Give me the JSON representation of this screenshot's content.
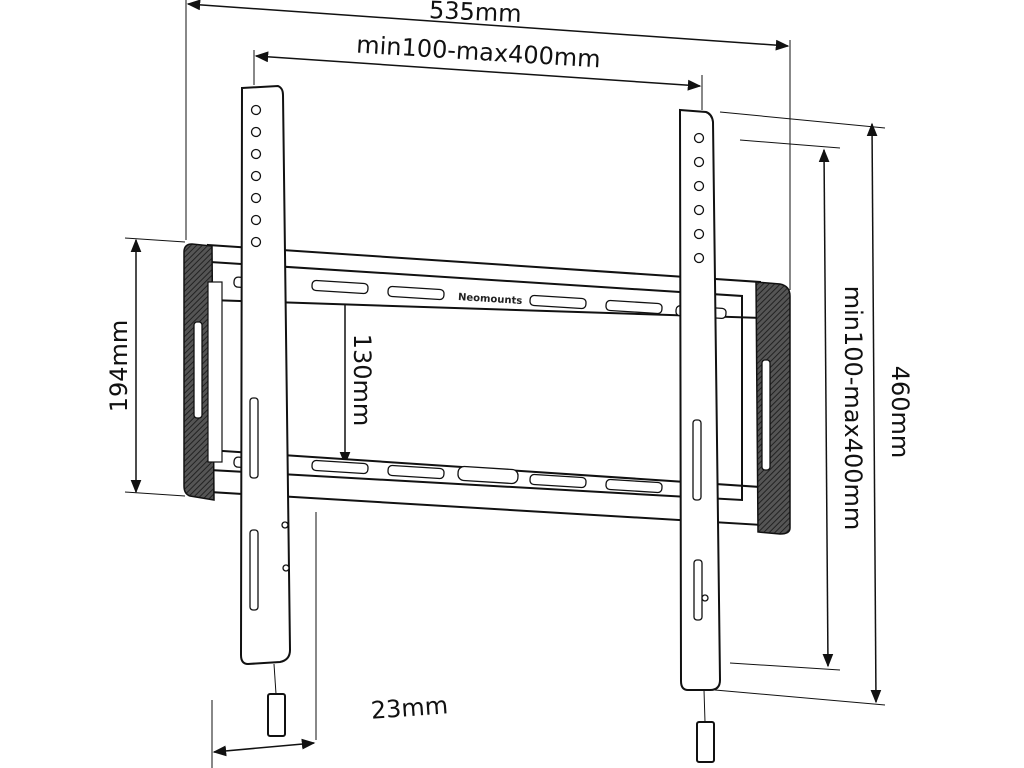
{
  "brand": "Neomounts",
  "dimensions": {
    "overall_width": "535mm",
    "horizontal_vesa": "min100-max400mm",
    "overall_height": "460mm",
    "vertical_vesa": "min100-max400mm",
    "frame_height": "194mm",
    "inner_spacing": "130mm",
    "depth": "23mm"
  }
}
